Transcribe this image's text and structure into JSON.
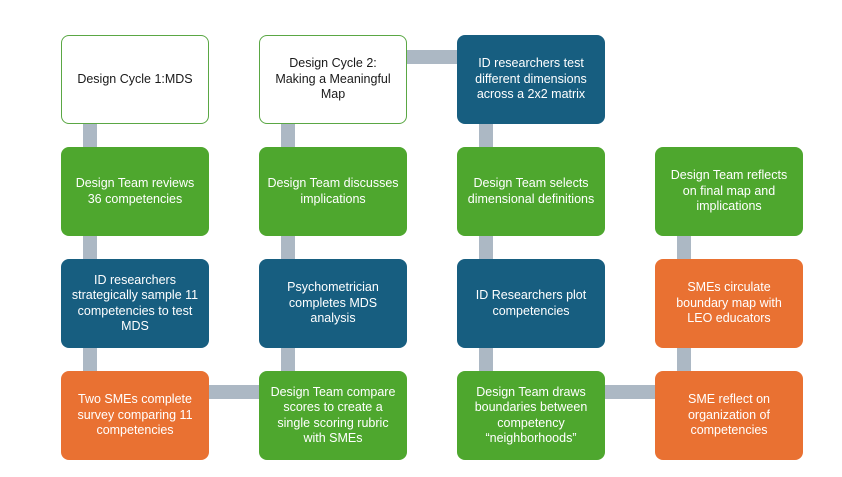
{
  "colors": {
    "header_border": "#5aa744",
    "green": "#4ea72e",
    "blue": "#175e80",
    "orange": "#e97132",
    "connector": "#acb8c4"
  },
  "columns": [
    {
      "boxes": [
        {
          "text": "Design Cycle 1:MDS",
          "style": "white"
        },
        {
          "text": "Design Team reviews 36 competencies",
          "style": "green"
        },
        {
          "text": "ID researchers strategically sample 11 competencies to test MDS",
          "style": "blue"
        },
        {
          "text": "Two SMEs complete survey comparing 11 competencies",
          "style": "orange"
        }
      ]
    },
    {
      "boxes": [
        {
          "text": "Design Cycle  2: Making a Meaningful Map",
          "style": "white"
        },
        {
          "text": "Design Team discusses implications",
          "style": "green"
        },
        {
          "text": "Psychometrician completes  MDS analysis",
          "style": "blue"
        },
        {
          "text": "Design Team compare scores to create a single scoring rubric with SMEs",
          "style": "green"
        }
      ]
    },
    {
      "boxes": [
        {
          "text": "ID researchers test different dimensions across a 2x2 matrix",
          "style": "blue"
        },
        {
          "text": "Design Team selects dimensional definitions",
          "style": "green"
        },
        {
          "text": "ID Researchers plot competencies",
          "style": "blue"
        },
        {
          "text": "Design Team draws boundaries between competency “neighborhoods”",
          "style": "green"
        }
      ]
    },
    {
      "boxes": [
        {
          "text": "Design Team reflects on final map and implications",
          "style": "green"
        },
        {
          "text": "SMEs circulate boundary map with LEO educators",
          "style": "orange"
        },
        {
          "text": "SME reflect on organization of competencies",
          "style": "orange"
        }
      ]
    }
  ]
}
